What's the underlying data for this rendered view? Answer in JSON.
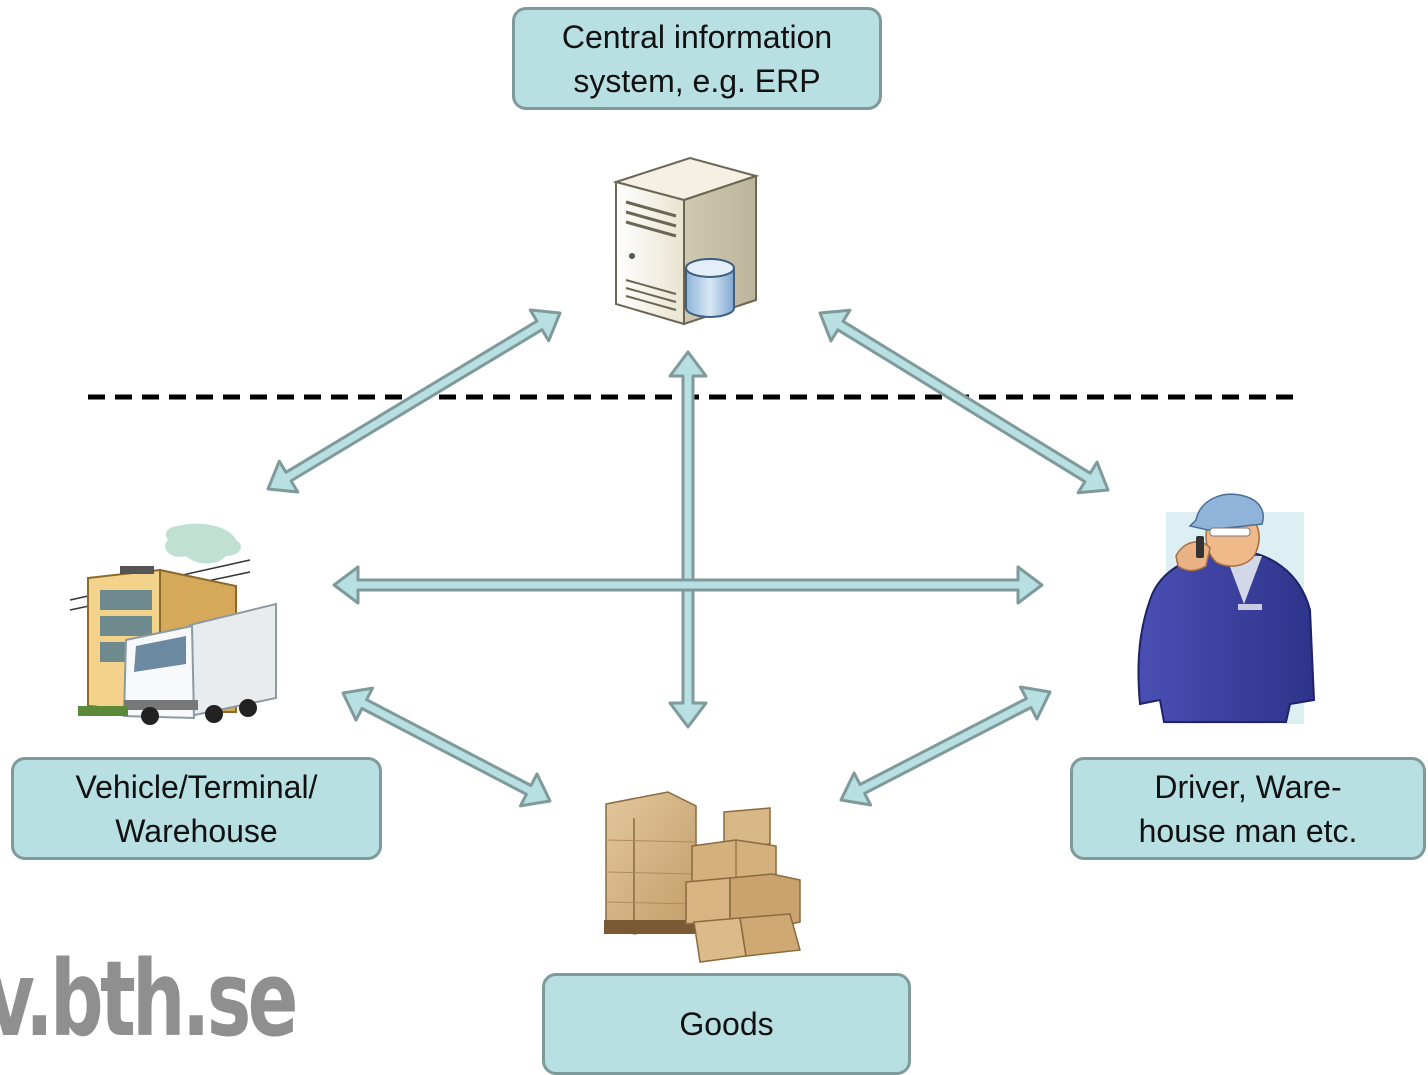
{
  "nodes": {
    "central": {
      "line1": "Central information",
      "line2": "system, e.g. ERP"
    },
    "vehicle": {
      "line1": "Vehicle/Terminal/",
      "line2": "Warehouse"
    },
    "driver": {
      "line1": "Driver, Ware-",
      "line2": "house man etc."
    },
    "goods": {
      "label": "Goods"
    }
  },
  "logo": "v.bth.se",
  "colors": {
    "box_fill": "#b8dfe1",
    "box_border": "#7f9a9b",
    "arrow_fill": "#b8dfe1",
    "arrow_stroke": "#7f9a9b",
    "divider": "#000000"
  },
  "icons": [
    "server-database-icon",
    "building-truck-icon",
    "worker-phone-icon",
    "cardboard-boxes-icon"
  ]
}
